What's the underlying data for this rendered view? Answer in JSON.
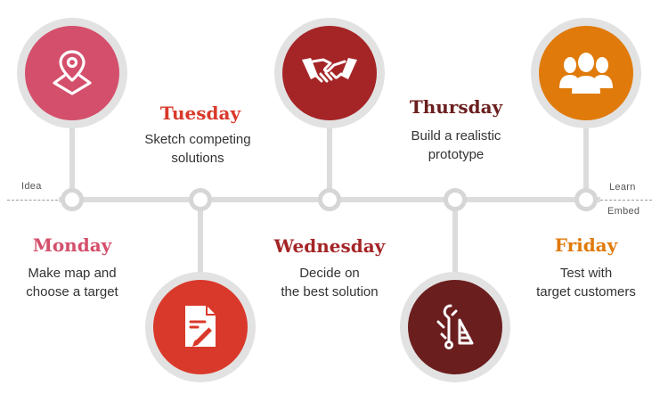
{
  "edges": {
    "left": "Idea",
    "right_top": "Learn",
    "right_bottom": "Embed"
  },
  "days": [
    {
      "name": "Monday",
      "color": "#d44f6b",
      "desc": [
        "Make map and",
        "choose a target"
      ],
      "icon": "map-pin-icon"
    },
    {
      "name": "Tuesday",
      "color": "#d9392a",
      "desc": [
        "Sketch competing",
        "solutions"
      ],
      "icon": "sketch-document-icon"
    },
    {
      "name": "Wednesday",
      "color": "#a52527",
      "desc": [
        "Decide on",
        "the best solution"
      ],
      "icon": "handshake-icon"
    },
    {
      "name": "Thursday",
      "color": "#6b1e1e",
      "desc": [
        "Build a realistic",
        "prototype"
      ],
      "icon": "build-tools-icon"
    },
    {
      "name": "Friday",
      "color": "#e07a0a",
      "desc": [
        "Test with",
        "target customers"
      ],
      "icon": "users-group-icon"
    }
  ]
}
